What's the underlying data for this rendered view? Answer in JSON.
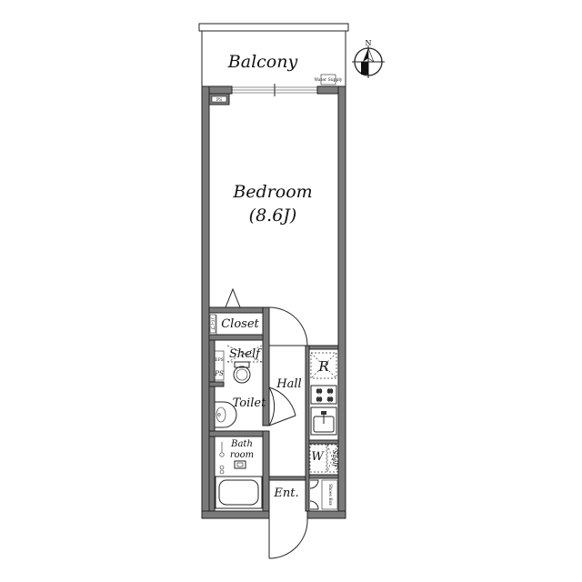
{
  "rooms": {
    "balcony": "Balcony",
    "bedroom": "Bedroom",
    "bedroom_size": "(8.6J)",
    "closet": "Closet",
    "shelf_upper": "Shelf",
    "hall": "Hall",
    "toilet": "Toilet",
    "bath_line1": "Bath",
    "bath_line2": "room",
    "entrance": "Ent.",
    "shelf_lower": "Shelf",
    "shoes_box": "Shoes Box"
  },
  "fixtures": {
    "refrigerator": "R",
    "washer": "W",
    "ps_top": "PS",
    "eps": "EPS",
    "ps_mid": "PS",
    "pipe": "パイプ",
    "water_supply": "Water Supply"
  },
  "compass": {
    "north": "N"
  }
}
